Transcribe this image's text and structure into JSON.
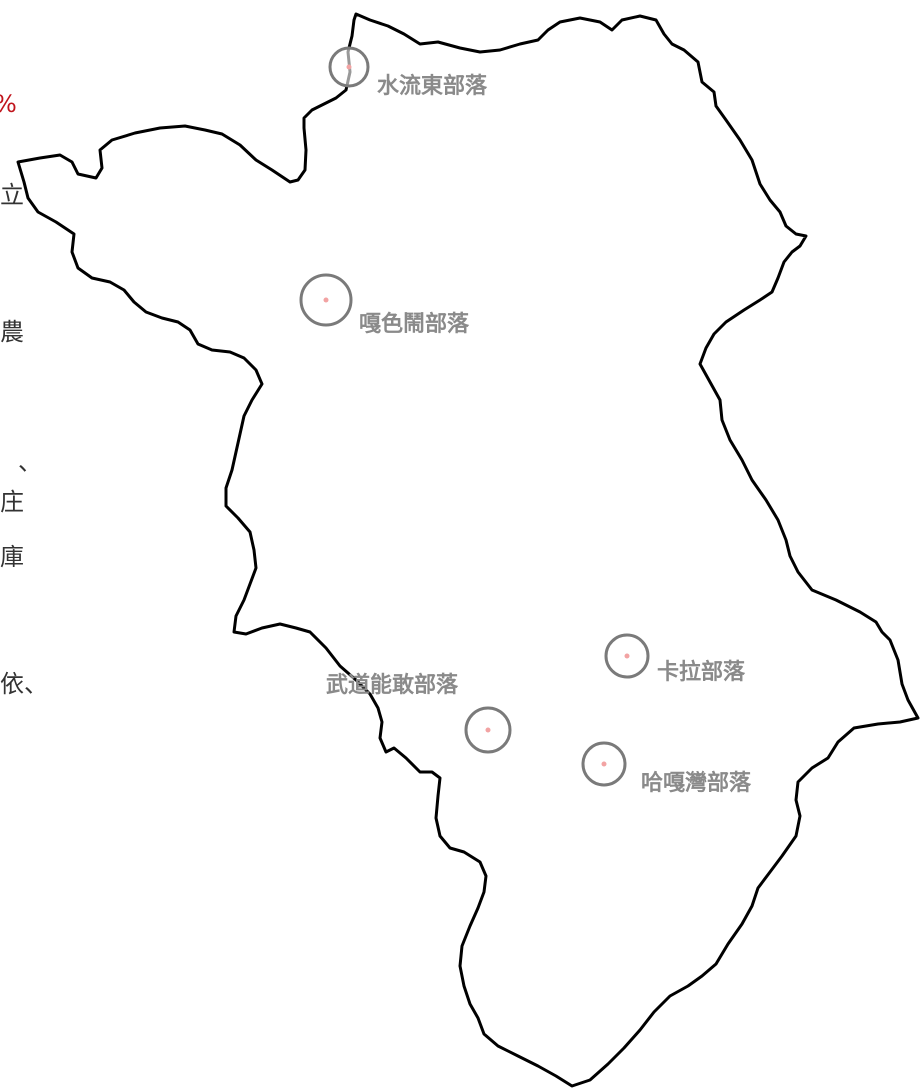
{
  "colors": {
    "boundary": "#000000",
    "marker_ring": "#7a7a7a",
    "marker_fill": "#ffffff",
    "label": "#8a8a8a",
    "dot": "#f2a3a3",
    "accent": "#c0141c",
    "side_text": "#333333"
  },
  "side_text": {
    "accent_glyph": "%",
    "fragments": [
      "立",
      "農",
      "、",
      "庄",
      "庫",
      "依、"
    ]
  },
  "villages": [
    {
      "id": "shuiliudong",
      "name": "水流東部落"
    },
    {
      "id": "gasegen",
      "name": "嘎色鬧部落"
    },
    {
      "id": "wudaoneng",
      "name": "武道能敢部落"
    },
    {
      "id": "kala",
      "name": "卡拉部落"
    },
    {
      "id": "hagawan",
      "name": "哈嘎灣部落"
    }
  ]
}
